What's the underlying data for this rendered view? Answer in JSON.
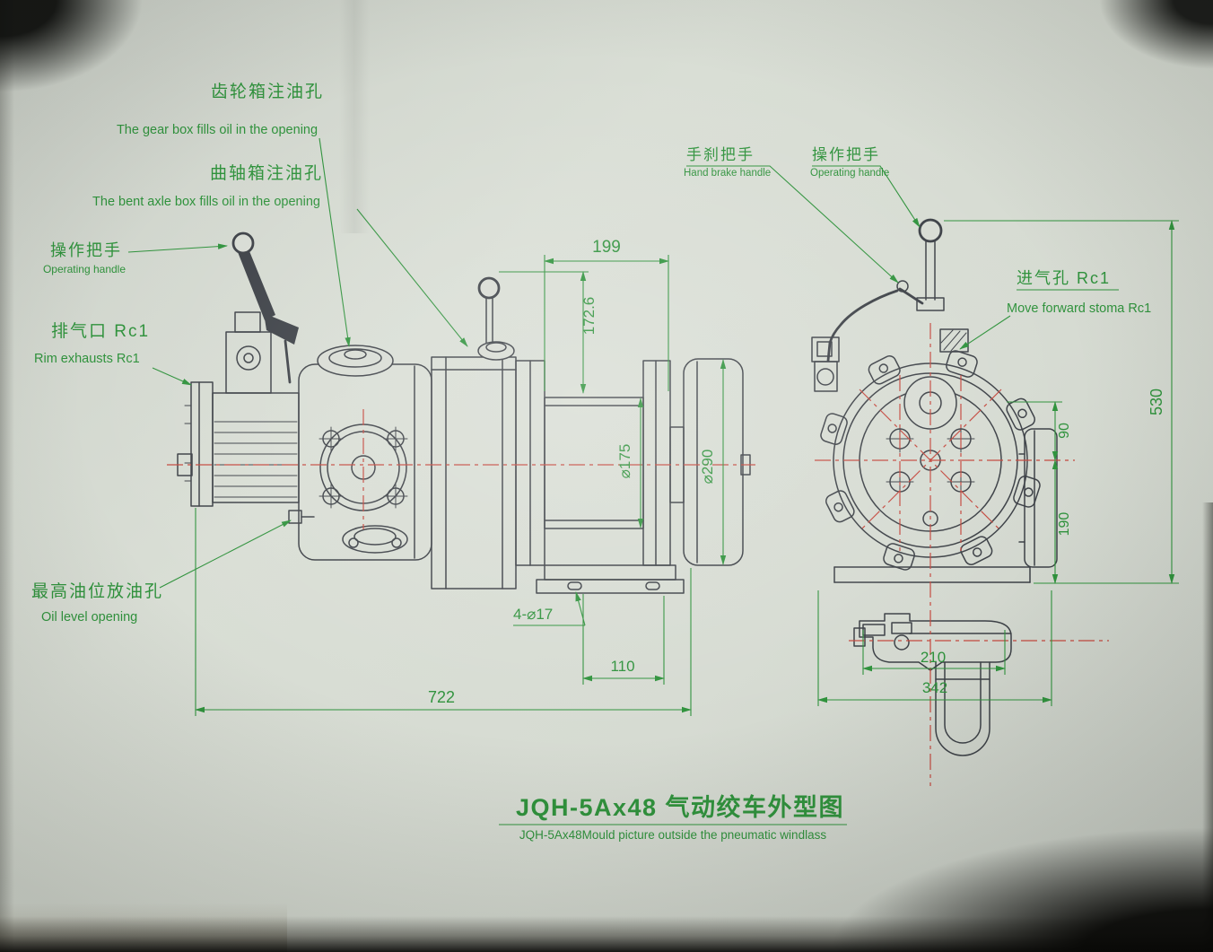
{
  "colors": {
    "paper": "#d6dad2",
    "annotation_green": "#2f923c",
    "centerline_red": "#c4483e",
    "drawing_dark": "#3c4046"
  },
  "title": {
    "main": "JQH-5Ax48  气动绞车外型图",
    "sub": "JQH-5Ax48Mould picture outside the pneumatic windlass"
  },
  "labels": {
    "gear_box": {
      "cn": "齿轮箱注油孔",
      "en": "The gear box fills oil in the opening"
    },
    "bent_axle": {
      "cn": "曲轴箱注油孔",
      "en": "The bent axle box fills oil in the opening"
    },
    "operating_handle_left": {
      "cn": "操作把手",
      "en": "Operating handle"
    },
    "rim_exhausts": {
      "cn": "排气口  Rc1",
      "en": "Rim exhausts  Rc1"
    },
    "oil_level": {
      "cn": "最高油位放油孔",
      "en": "Oil level opening"
    },
    "hand_brake": {
      "cn": "手刹把手",
      "en": "Hand brake handle"
    },
    "operating_handle_right": {
      "cn": "操作把手",
      "en": "Operating handle"
    },
    "intake": {
      "cn": "进气孔 Rc1",
      "en": "Move forward stoma  Rc1"
    }
  },
  "dimensions": {
    "drum_length": "199",
    "height_172_6": "172.6",
    "drum_dia": "⌀175",
    "flange_dia": "⌀290",
    "holes": "4-⌀17",
    "hole_offset": "110",
    "overall_length": "722",
    "overall_height": "530",
    "upper_offset": "90",
    "lower_offset": "190",
    "bracket_width": "210",
    "base_width": "342"
  }
}
